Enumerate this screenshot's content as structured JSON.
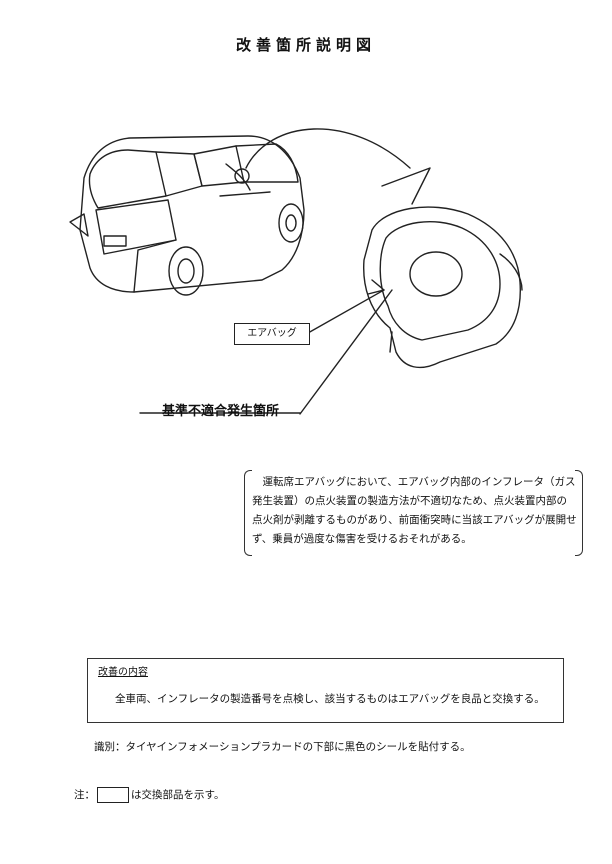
{
  "title": "改善箇所説明図",
  "labels": {
    "airbag": "エアバッグ",
    "noncompliance": "基準不適合発生箇所"
  },
  "description": "運転席エアバッグにおいて、エアバッグ内部のインフレータ（ガス発生装置）の点火装置の製造方法が不適切なため、点火装置内部の点火剤が剥離するものがあり、前面衝突時に当該エアバッグが展開せず、乗員が過度な傷害を受けるおそれがある。",
  "improvement": {
    "heading": "改善の内容",
    "body": "全車両、インフレータの製造番号を点検し、該当するものはエアバッグを良品と交換する。"
  },
  "identification": "識別：タイヤインフォメーションプラカードの下部に黒色のシールを貼付する。",
  "note": {
    "prefix": "注：",
    "suffix": "は交換部品を示す。"
  }
}
